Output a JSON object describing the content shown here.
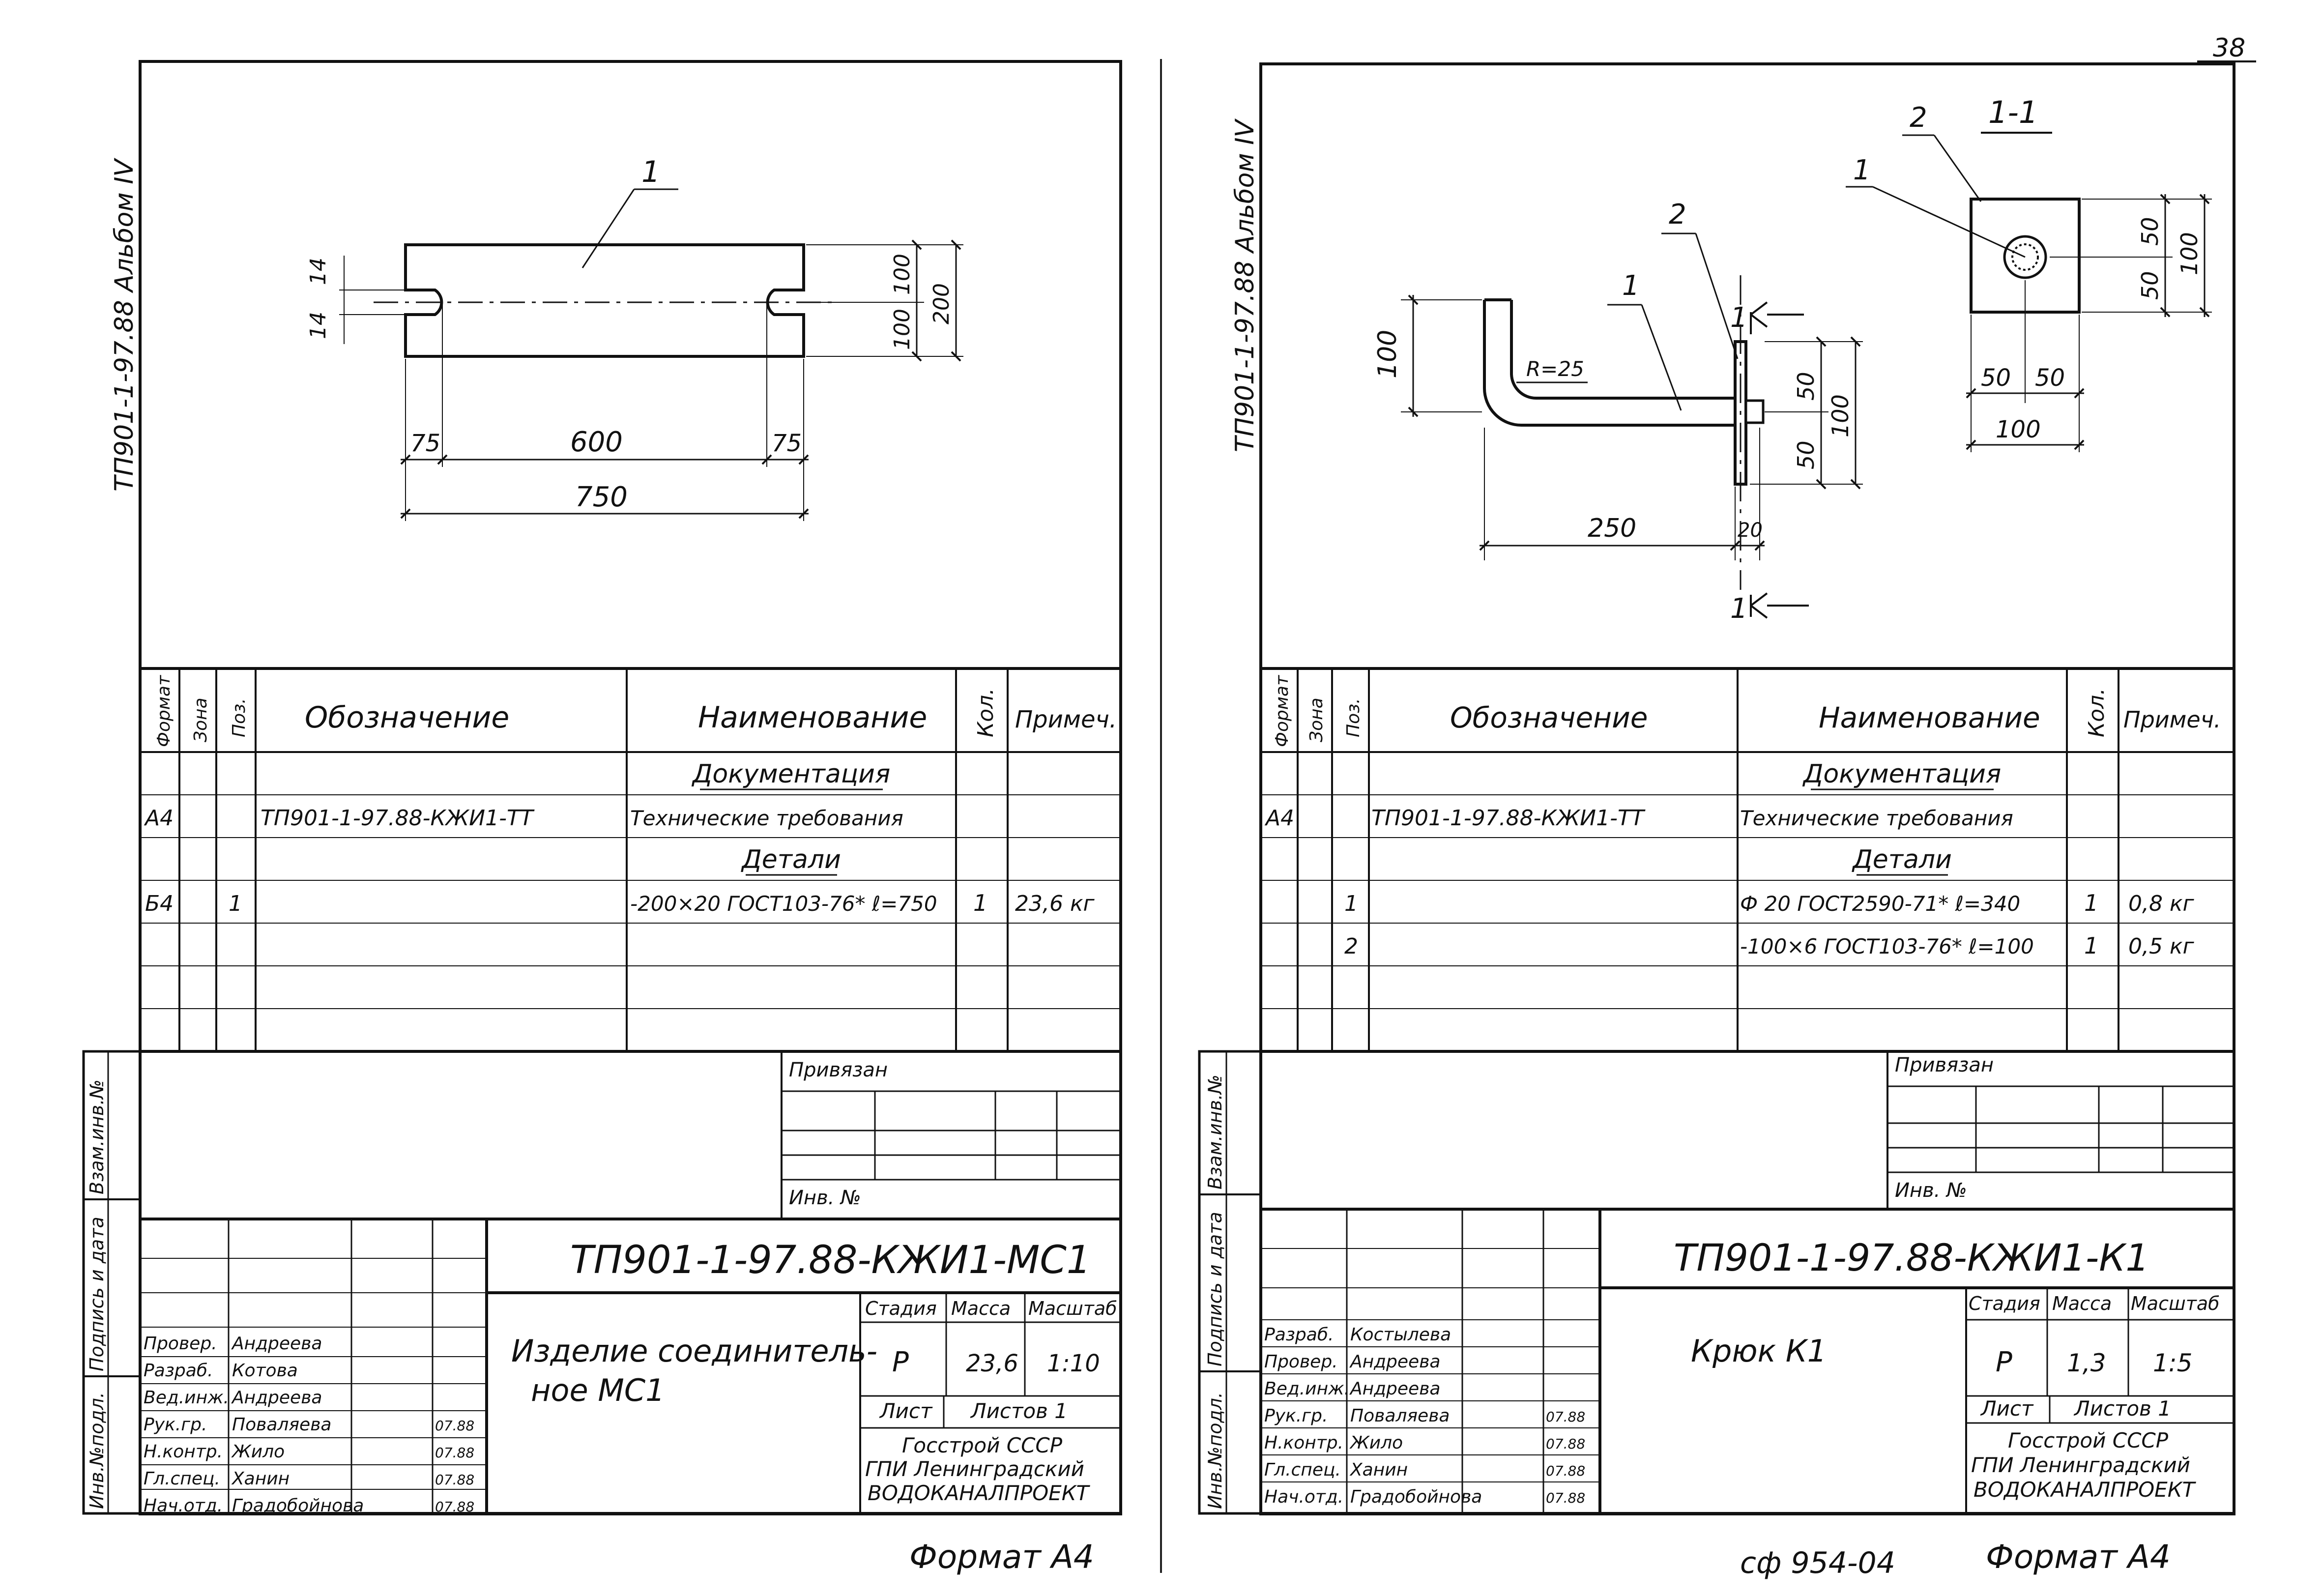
{
  "top_page_number": "38",
  "footer_right_code": "сф 954-04",
  "left_sheet": {
    "side_album": "ТП901-1-97.88 Альбом IV",
    "drawing": {
      "pos_label": "1",
      "dims": {
        "slot_a": "14",
        "slot_b": "14",
        "height_upper": "100",
        "height_lower": "100",
        "height_total": "200",
        "end_left": "75",
        "middle": "600",
        "end_right": "75",
        "overall": "750"
      }
    },
    "spec": {
      "headers": {
        "format": "Формат",
        "zone": "Зона",
        "pos": "Поз.",
        "designation": "Обозначение",
        "name": "Наименование",
        "qty": "Кол.",
        "note": "Примеч."
      },
      "rows": [
        {
          "format": "",
          "pos": "",
          "designation": "",
          "name": "Документация",
          "qty": "",
          "note": "",
          "heading": true
        },
        {
          "format": "А4",
          "pos": "",
          "designation": "ТП901-1-97.88-КЖИ1-ТТ",
          "name": "Технические требования",
          "qty": "",
          "note": "",
          "heading": false
        },
        {
          "format": "",
          "pos": "",
          "designation": "",
          "name": "Детали",
          "qty": "",
          "note": "",
          "heading": true
        },
        {
          "format": "Б4",
          "pos": "1",
          "designation": "",
          "name": "-200×20 ГОСТ103-76* ℓ=750",
          "qty": "1",
          "note": "23,6 кг",
          "heading": false
        },
        {
          "format": "",
          "pos": "",
          "designation": "",
          "name": "",
          "qty": "",
          "note": "",
          "heading": false
        },
        {
          "format": "",
          "pos": "",
          "designation": "",
          "name": "",
          "qty": "",
          "note": "",
          "heading": false
        },
        {
          "format": "",
          "pos": "",
          "designation": "",
          "name": "",
          "qty": "",
          "note": "",
          "heading": false
        },
        {
          "format": "",
          "pos": "",
          "designation": "",
          "name": "",
          "qty": "",
          "note": "",
          "heading": false
        }
      ]
    },
    "privyazan": "Привязан",
    "inv_no": "Инв. №",
    "doc_code": "ТП901-1-97.88-КЖИ1-МС1",
    "title_line1": "Изделие соединитель-",
    "title_line2": "ное МС1",
    "labels": {
      "stage": "Стадия",
      "mass": "Масса",
      "scale": "Масштаб",
      "sheet": "Лист",
      "sheets": "Листов 1"
    },
    "stage": "Р",
    "mass": "23,6",
    "scale": "1:10",
    "org_line1": "Госстрой СССР",
    "org_line2": "ГПИ Ленинградский",
    "org_line3": "ВОДОКАНАЛПРОЕКТ",
    "signers": [
      {
        "role": "Провер.",
        "name": "Андреева",
        "date": ""
      },
      {
        "role": "Разраб.",
        "name": "Котова",
        "date": ""
      },
      {
        "role": "Вед.инж.",
        "name": "Андреева",
        "date": ""
      },
      {
        "role": "Рук.гр.",
        "name": "Поваляева",
        "date": "07.88"
      },
      {
        "role": "Н.контр.",
        "name": "Жило",
        "date": "07.88"
      },
      {
        "role": "Гл.спец.",
        "name": "Ханин",
        "date": "07.88"
      },
      {
        "role": "Нач.отд.",
        "name": "Градобойнова",
        "date": "07.88"
      }
    ],
    "side_stamps": {
      "inv_orig": "Инв.№подл.",
      "sign_date": "Подпись и дата",
      "vzam": "Взам.инв.№"
    },
    "format": "Формат А4"
  },
  "right_sheet": {
    "side_album": "ТП901-1-97.88 Альбом IV",
    "drawing": {
      "section_mark": "1-1",
      "pos1": "1",
      "pos2": "2",
      "section_pos1": "1",
      "section_pos2": "2",
      "cut_top": "1",
      "cut_bottom": "1",
      "radius": "R=25",
      "dims": {
        "hook_height": "100",
        "length": "250",
        "plate_thk": "20",
        "plate_h1": "50",
        "plate_h2": "50",
        "plate_h_total": "100",
        "sec_v1": "50",
        "sec_v2": "50",
        "sec_v_total": "100",
        "sec_h1": "50",
        "sec_h2": "50",
        "sec_h_total": "100"
      }
    },
    "spec": {
      "headers": {
        "format": "Формат",
        "zone": "Зона",
        "pos": "Поз.",
        "designation": "Обозначение",
        "name": "Наименование",
        "qty": "Кол.",
        "note": "Примеч."
      },
      "rows": [
        {
          "format": "",
          "pos": "",
          "designation": "",
          "name": "Документация",
          "qty": "",
          "note": "",
          "heading": true
        },
        {
          "format": "А4",
          "pos": "",
          "designation": "ТП901-1-97.88-КЖИ1-ТТ",
          "name": "Технические требования",
          "qty": "",
          "note": "",
          "heading": false
        },
        {
          "format": "",
          "pos": "",
          "designation": "",
          "name": "Детали",
          "qty": "",
          "note": "",
          "heading": true
        },
        {
          "format": "",
          "pos": "1",
          "designation": "",
          "name": "Ф 20 ГОСТ2590-71* ℓ=340",
          "qty": "1",
          "note": "0,8 кг",
          "heading": false
        },
        {
          "format": "",
          "pos": "2",
          "designation": "",
          "name": "-100×6 ГОСТ103-76* ℓ=100",
          "qty": "1",
          "note": "0,5 кг",
          "heading": false
        },
        {
          "format": "",
          "pos": "",
          "designation": "",
          "name": "",
          "qty": "",
          "note": "",
          "heading": false
        },
        {
          "format": "",
          "pos": "",
          "designation": "",
          "name": "",
          "qty": "",
          "note": "",
          "heading": false
        },
        {
          "format": "",
          "pos": "",
          "designation": "",
          "name": "",
          "qty": "",
          "note": "",
          "heading": false
        }
      ]
    },
    "privyazan": "Привязан",
    "inv_no": "Инв. №",
    "doc_code": "ТП901-1-97.88-КЖИ1-К1",
    "title_line1": "Крюк К1",
    "labels": {
      "stage": "Стадия",
      "mass": "Масса",
      "scale": "Масштаб",
      "sheet": "Лист",
      "sheets": "Листов 1"
    },
    "stage": "Р",
    "mass": "1,3",
    "scale": "1:5",
    "org_line1": "Госстрой СССР",
    "org_line2": "ГПИ Ленинградский",
    "org_line3": "ВОДОКАНАЛПРОЕКТ",
    "signers": [
      {
        "role": "Разраб.",
        "name": "Костылева",
        "date": ""
      },
      {
        "role": "Провер.",
        "name": "Андреева",
        "date": ""
      },
      {
        "role": "Вед.инж.",
        "name": "Андреева",
        "date": ""
      },
      {
        "role": "Рук.гр.",
        "name": "Поваляева",
        "date": "07.88"
      },
      {
        "role": "Н.контр.",
        "name": "Жило",
        "date": "07.88"
      },
      {
        "role": "Гл.спец.",
        "name": "Ханин",
        "date": "07.88"
      },
      {
        "role": "Нач.отд.",
        "name": "Градобойнова",
        "date": "07.88"
      }
    ],
    "side_stamps": {
      "inv_orig": "Инв.№подл.",
      "sign_date": "Подпись и дата",
      "vzam": "Взам.инв.№"
    },
    "format": "Формат А4"
  }
}
